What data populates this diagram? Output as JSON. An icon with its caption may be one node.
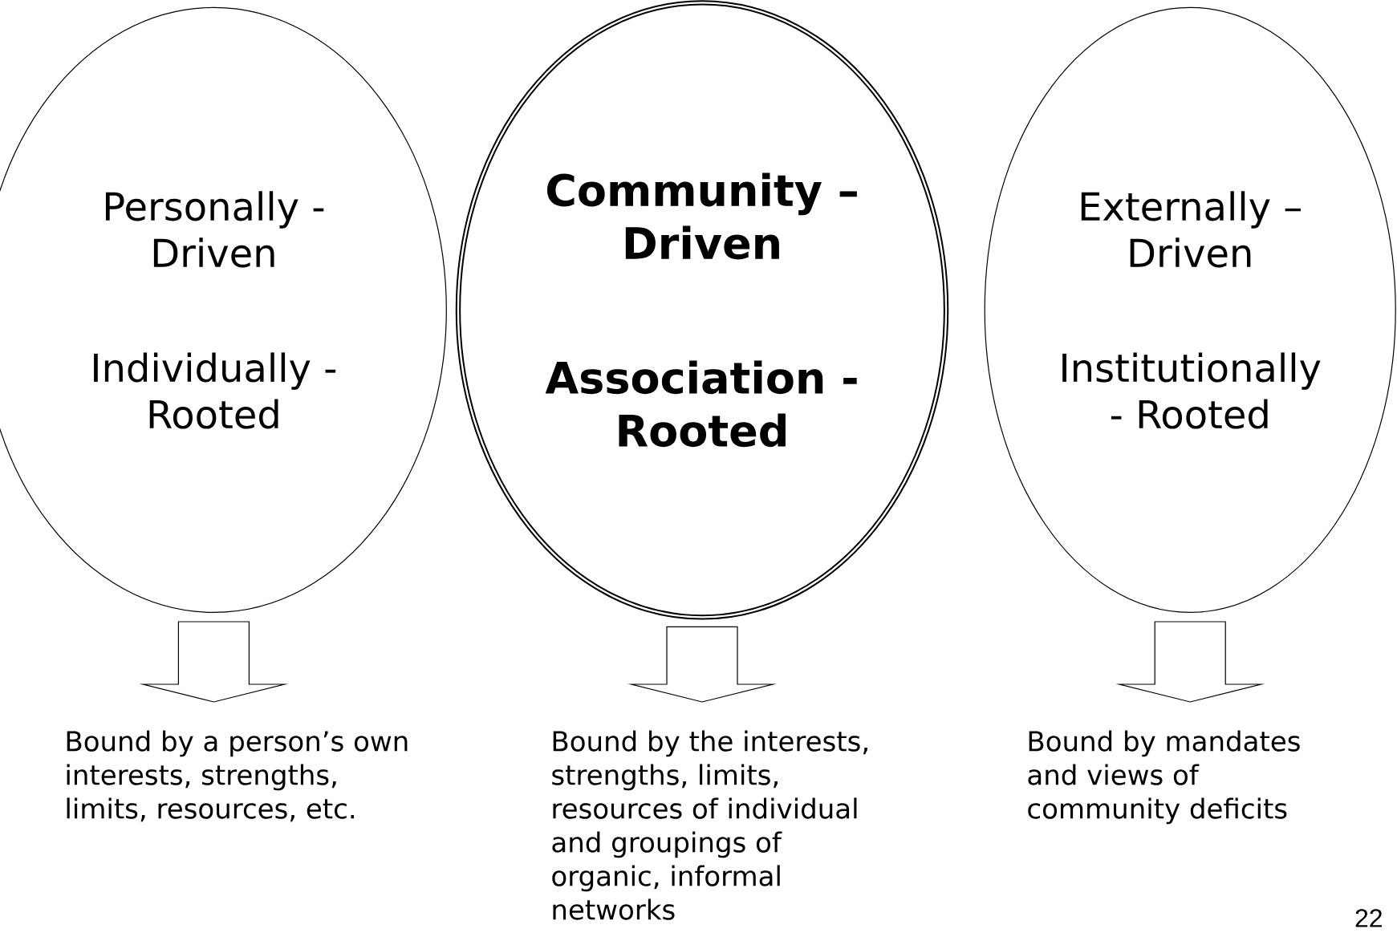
{
  "diagram": {
    "nodes": [
      {
        "text": [
          "Personally - Driven",
          "Individually - Rooted"
        ]
      },
      {
        "text": [
          "Community – Driven",
          "Association - Rooted"
        ]
      },
      {
        "text": [
          "Externally – Driven",
          "Institutionally - Rooted"
        ]
      },
      {
        "text": [
          "Bound by a person’s own interests, strengths, limits, resources, etc."
        ]
      },
      {
        "text": [
          "Bound by the interests, strengths, limits, resources of individual and groupings of organic, informal networks"
        ]
      },
      {
        "text": [
          "Bound by mandates and views of community deficits"
        ]
      }
    ],
    "edges": [
      {
        "from": 0,
        "to": 3,
        "arrow": "to"
      },
      {
        "from": 1,
        "to": 4,
        "arrow": "to"
      },
      {
        "from": 2,
        "to": 5,
        "arrow": "to"
      }
    ],
    "labels": [
      "22"
    ]
  }
}
